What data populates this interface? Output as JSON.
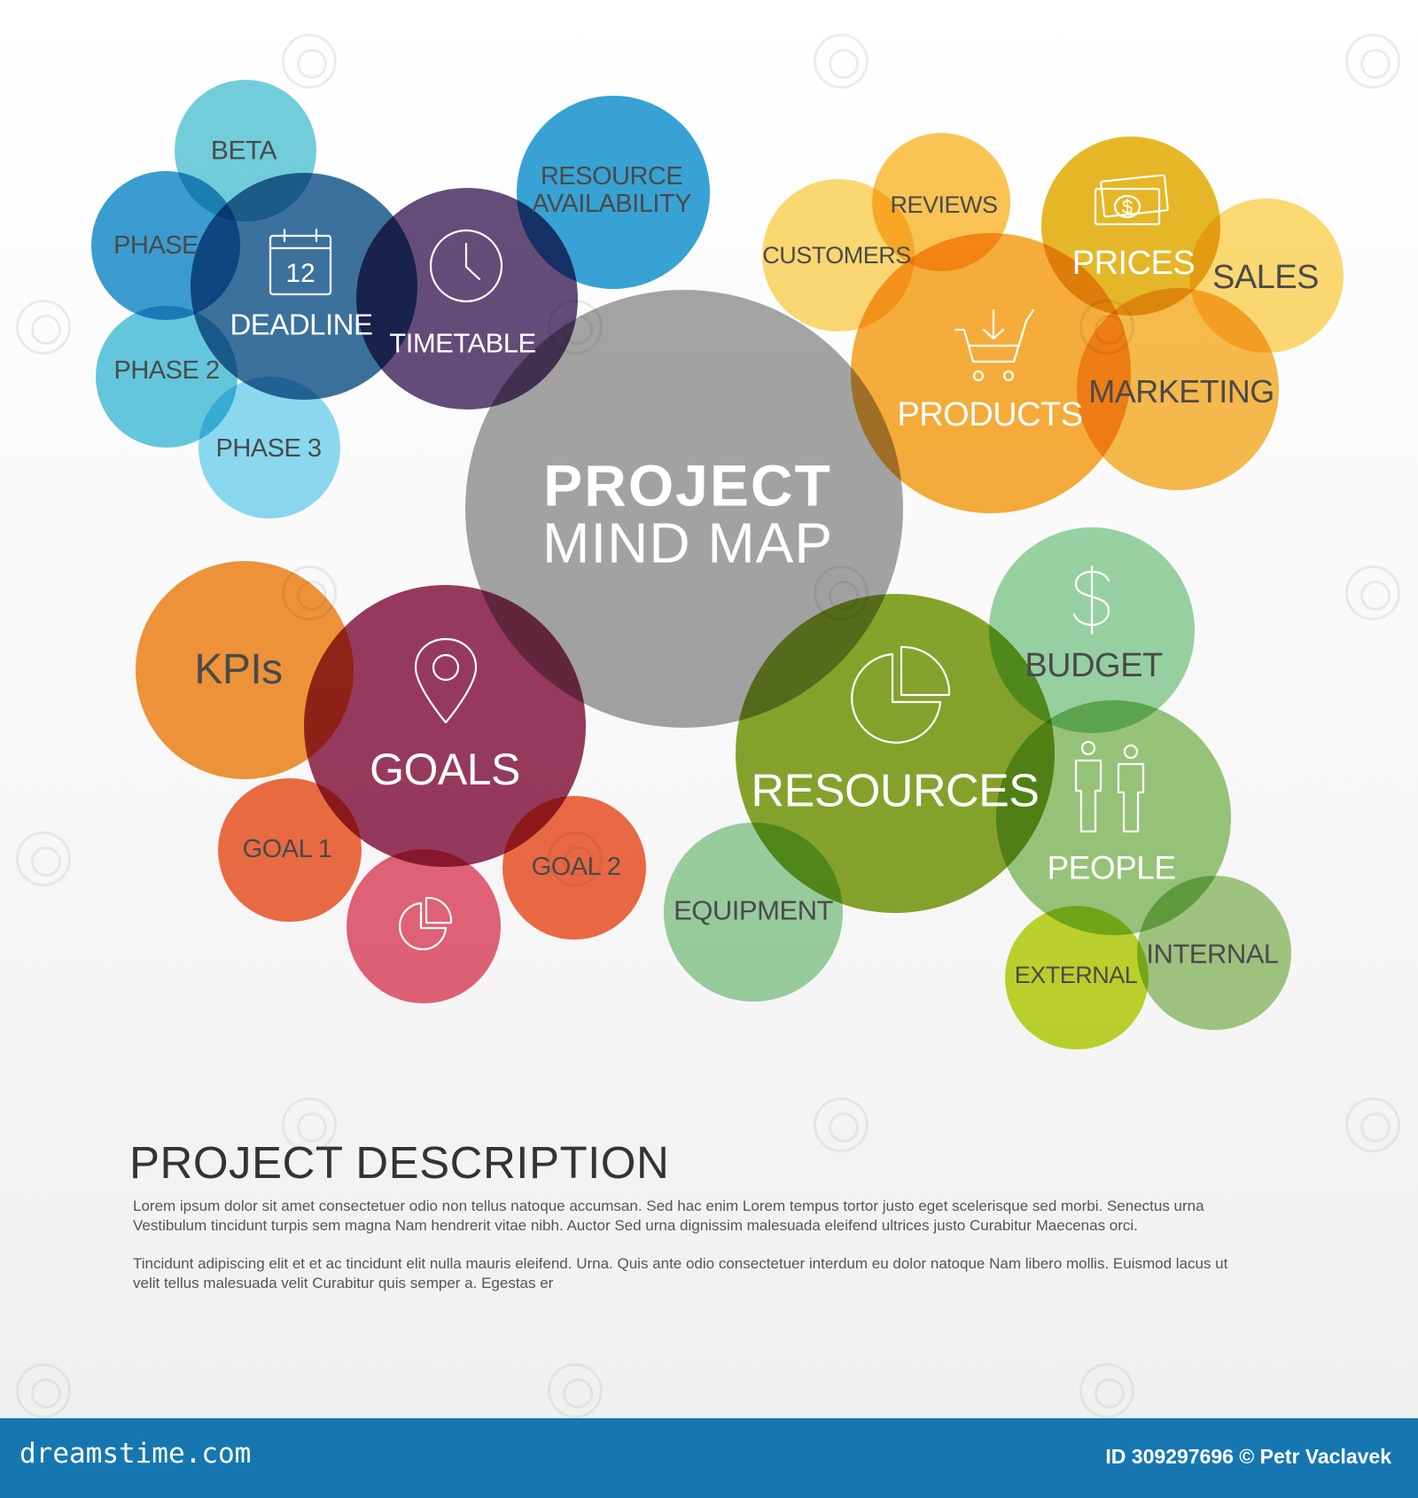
{
  "center": {
    "title_line1": "PROJECT",
    "title_line2": "MIND MAP"
  },
  "nodes": {
    "beta": "BETA",
    "phase": "PHASE",
    "phase2": "PHASE 2",
    "phase3": "PHASE 3",
    "deadline": "DEADLINE",
    "deadline_icon_number": "12",
    "timetable": "TIMETABLE",
    "resource_availability_line1": "RESOURCE",
    "resource_availability_line2": "AVAILABILITY",
    "customers": "CUSTOMERS",
    "reviews": "REVIEWS",
    "prices": "PRICES",
    "prices_icon_symbol": "$",
    "sales": "SALES",
    "products": "PRODUCTS",
    "marketing": "MARKETING",
    "kpis": "KPIs",
    "goals": "GOALS",
    "goal1": "GOAL 1",
    "goal2": "GOAL 2",
    "budget": "BUDGET",
    "budget_icon_symbol": "$",
    "resources": "RESOURCES",
    "people": "PEOPLE",
    "equipment": "EQUIPMENT",
    "external": "EXTERNAL",
    "internal": "INTERNAL"
  },
  "icons": {
    "deadline": "calendar-icon",
    "timetable": "clock-icon",
    "products": "shopping-cart-icon",
    "prices": "money-bill-icon",
    "goals": "map-pin-icon",
    "goals_sub": "pie-chart-icon",
    "resources": "pie-chart-icon",
    "budget": "dollar-icon",
    "people": "people-icon"
  },
  "colors": {
    "blue_group": "#2a8fca",
    "purple": "#5b3a6e",
    "orange_group": "#f5a623",
    "center_gray": "#999999",
    "goals_maroon": "#8e2a4c",
    "resources_green": "#7a9a14",
    "footer_blue": "#1677b0"
  },
  "description": {
    "title": "PROJECT DESCRIPTION",
    "paragraph1": "Lorem ipsum dolor sit amet consectetuer odio non tellus natoque accumsan. Sed hac enim Lorem tempus tortor justo eget scelerisque sed morbi. Senectus urna Vestibulum tincidunt turpis sem magna Nam hendrerit vitae nibh. Auctor Sed urna dignissim malesuada eleifend ultrices justo Curabitur Maecenas orci.",
    "paragraph2": "Tincidunt adipiscing elit et et ac tincidunt elit nulla mauris eleifend. Urna. Quis ante odio consectetuer interdum eu dolor natoque Nam libero mollis. Euismod lacus ut velit tellus malesuada velit Curabitur quis semper a. Egestas er"
  },
  "footer": {
    "brand": "dreamstime.com",
    "credit": "ID 309297696 © Petr Vaclavek"
  }
}
